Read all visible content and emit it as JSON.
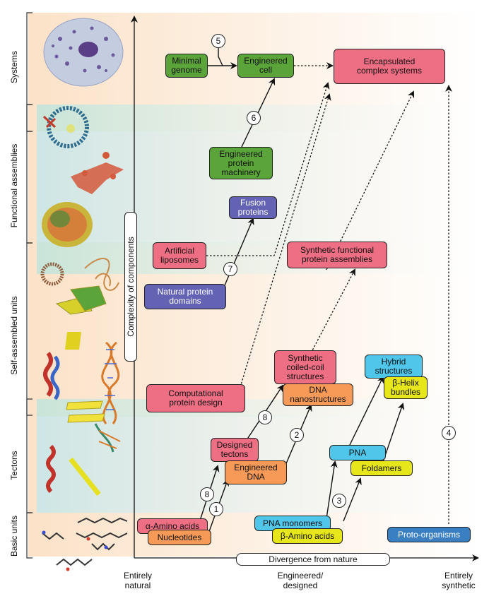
{
  "categories": {
    "systems": "Systems",
    "functional": "Functional assemblies",
    "selfassembled": "Self-assembled units",
    "tectons": "Tectons",
    "basic": "Basic units"
  },
  "axes": {
    "vertical": "Complexity of components",
    "horizontal": "Divergence from nature",
    "natural": "Entirely\nnatural",
    "engineered": "Engineered/\ndesigned",
    "synthetic": "Entirely\nsynthetic"
  },
  "nodes": {
    "minimal_genome": "Minimal\ngenome",
    "engineered_cell": "Engineered\ncell",
    "encapsulated": "Encapsulated\ncomplex systems",
    "engineered_machinery": "Engineered\nprotein\nmachinery",
    "fusion_proteins": "Fusion\nproteins",
    "artificial_liposomes": "Artificial\nliposomes",
    "natural_domains": "Natural protein\ndomains",
    "synthetic_functional": "Synthetic functional\nprotein assemblies",
    "computational_design": "Computational\nprotein design",
    "synthetic_coiled": "Synthetic\ncoiled-coil\nstructures",
    "dna_nano": "DNA\nnanostructures",
    "hybrid": "Hybrid\nstructures",
    "beta_helix": "β-Helix\nbundles",
    "designed_tectons": "Designed\ntectons",
    "engineered_dna": "Engineered\nDNA",
    "pna": "PNA",
    "foldamers": "Foldamers",
    "alpha_amino": "α-Amino acids",
    "nucleotides": "Nucleotides",
    "pna_monomers": "PNA monomers",
    "beta_amino": "β-Amino acids",
    "proto_organisms": "Proto-organisms"
  },
  "steps": [
    "1",
    "2",
    "3",
    "4",
    "5",
    "6",
    "7",
    "8",
    "8"
  ],
  "colors": {
    "pink": "#ee6e83",
    "green": "#5aa43a",
    "purple": "#6463b3",
    "orange": "#f79a58",
    "cyan": "#4fc6ea",
    "yellow": "#e6e61a",
    "blue": "#3a7fc1",
    "band": "#cfe6d6"
  }
}
